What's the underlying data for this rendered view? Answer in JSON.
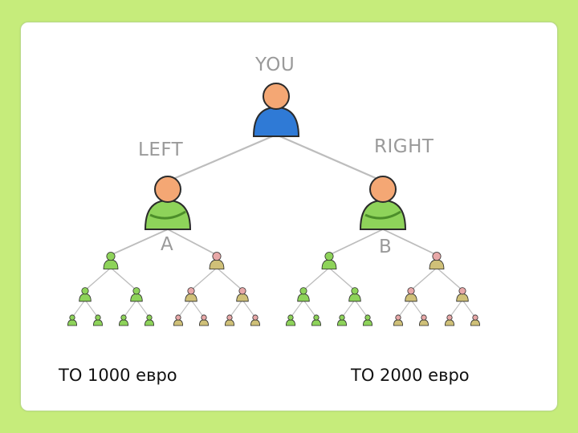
{
  "labels": {
    "you": "YOU",
    "left": "LEFT",
    "right": "RIGHT",
    "a": "A",
    "b": "B"
  },
  "captions": {
    "left": "ТО 1000 евро",
    "right": "ТО 2000 евро"
  },
  "colors": {
    "background": "#c6ec7b",
    "card": "#ffffff",
    "line": "#bdbdbd",
    "label": "#9a9a9a",
    "head": "#f4a774",
    "you_body": "#2f7ad6",
    "green_body": "#8ed35a",
    "tan_body": "#cfc078",
    "pink_head": "#e8a8a8"
  }
}
